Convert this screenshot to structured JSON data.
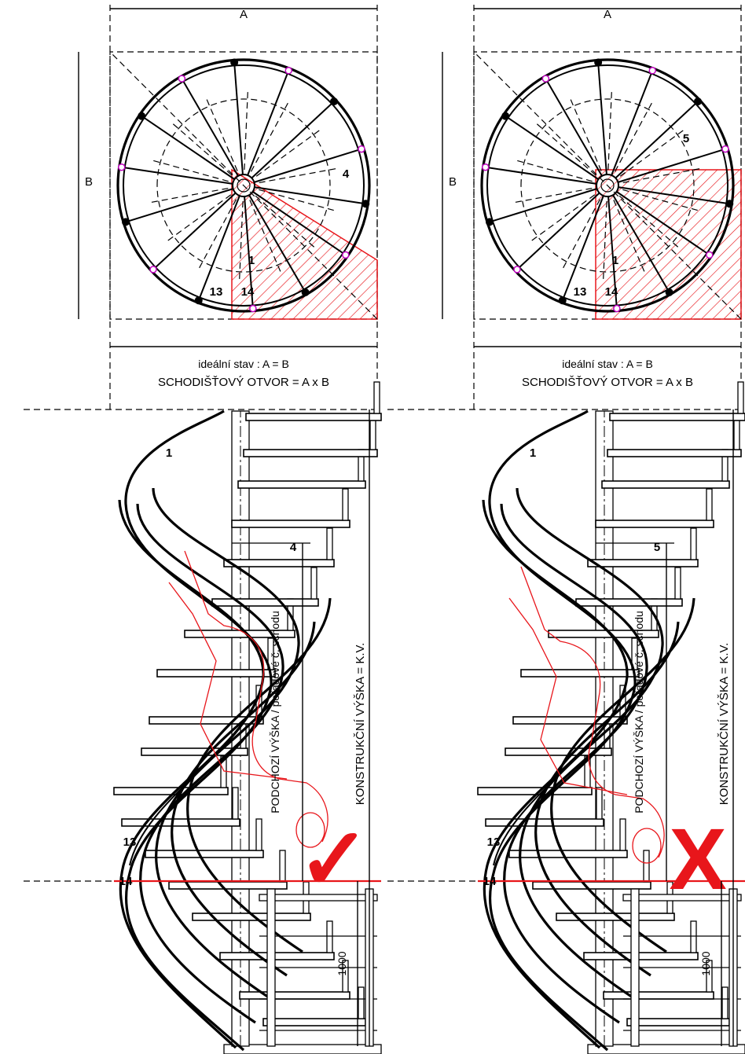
{
  "panels": [
    {
      "id": "left",
      "width_label": "A",
      "depth_label": "B",
      "opening_title": "SCHODIŠŤOVÝ OTVOR = A x B",
      "ideal_note": "ideální stav : A = B",
      "height_label": "KONSTRUKČNÍ VÝŠKA = K.V.",
      "headroom_label": "PODCHOZÍ VÝŠKA / pořadové č. schodu",
      "railing_label": "1000",
      "plan_step_labels": [
        "13",
        "14",
        "1",
        "4"
      ],
      "elev_step_labels": [
        "1",
        "4",
        "13",
        "14"
      ],
      "verdict": "✓",
      "verdict_color": "#e8161b"
    },
    {
      "id": "right",
      "width_label": "A",
      "depth_label": "B",
      "opening_title": "SCHODIŠŤOVÝ OTVOR = A x B",
      "ideal_note": "ideální stav : A = B",
      "height_label": "KONSTRUKČNÍ VÝŠKA = K.V.",
      "headroom_label": "PODCHOZÍ VÝŠKA / pořadové č. schodu",
      "railing_label": "1000",
      "plan_step_labels": [
        "13",
        "14",
        "1",
        "5"
      ],
      "elev_step_labels": [
        "1",
        "5",
        "13",
        "14"
      ],
      "verdict": "X",
      "verdict_color": "#e8161b"
    }
  ],
  "colors": {
    "line": "#000000",
    "highlight": "#e8161b",
    "baluster_marker": "#c000c0"
  }
}
